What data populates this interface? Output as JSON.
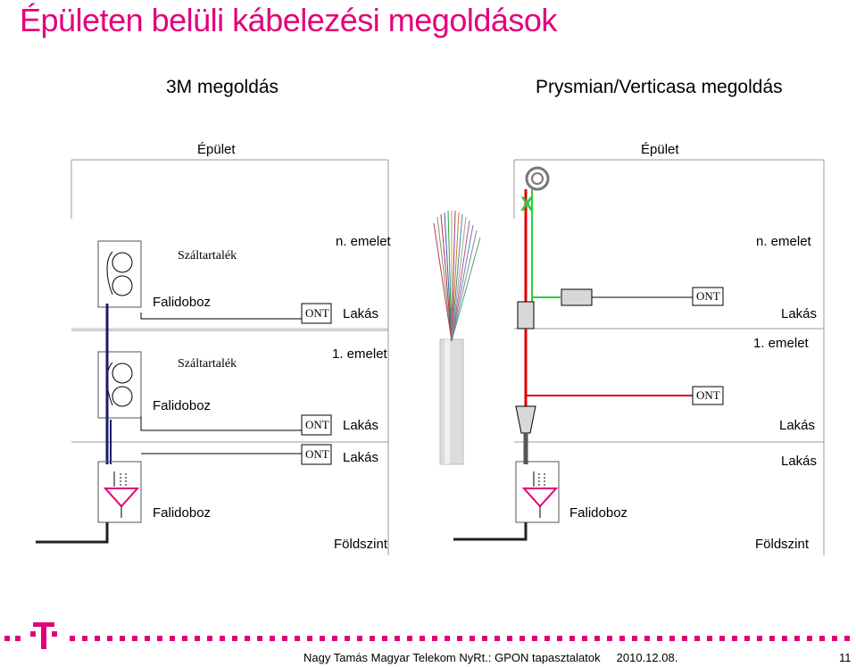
{
  "slide": {
    "title": "Épületen belüli kábelezési megoldások",
    "left": {
      "heading": "3M megoldás",
      "building": "Épület",
      "floor_n": "n. emelet",
      "floor_1": "1. emelet",
      "ground": "Földszint",
      "fiber_holder_1": "Száltartalék",
      "fiber_holder_2": "Száltartalék",
      "distbox_1": "Falidoboz",
      "distbox_2": "Falidoboz",
      "distbox_3": "Falidoboz",
      "ont": "ONT",
      "apartment": "Lakás"
    },
    "right": {
      "heading": "Prysmian/Verticasa megoldás",
      "building": "Épület",
      "floor_n": "n. emelet",
      "floor_1": "1. emelet",
      "ground": "Földszint",
      "distbox": "Falidoboz",
      "ont": "ONT",
      "apartment": "Lakás",
      "cut_mark": "X"
    },
    "footer": {
      "text": "Nagy Tamás Magyar Telekom NyRt.: GPON tapasztalatok     2010.12.08.",
      "page": "11",
      "logo": "T"
    },
    "colors": {
      "brand": "#e2007a",
      "riser": "#1c1c6e",
      "fiber_red": "#e00000",
      "fiber_green": "#2ecc40"
    }
  }
}
